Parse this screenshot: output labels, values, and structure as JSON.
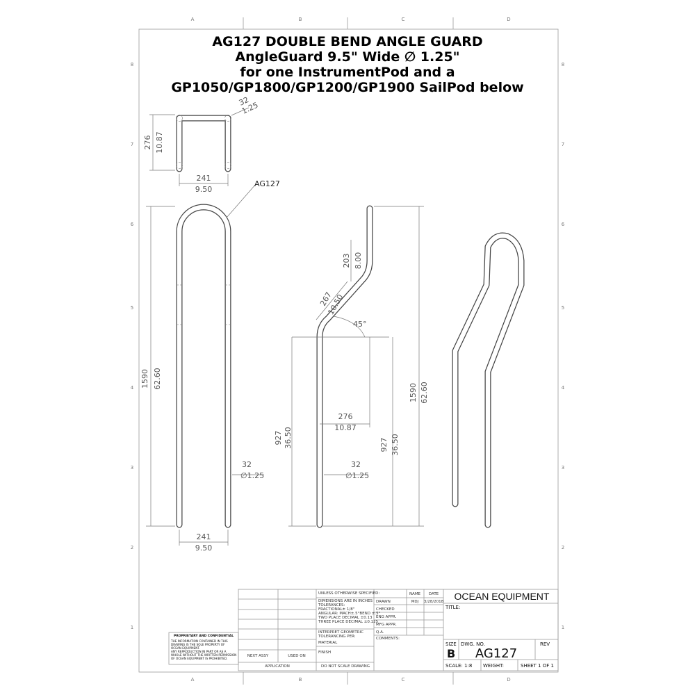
{
  "title": {
    "line1": "AG127 DOUBLE BEND ANGLE GUARD",
    "line2": "AngleGuard 9.5\" Wide  ∅ 1.25\"",
    "line3": "for one InstrumentPod and a",
    "line4": "GP1050/GP1800/GP1200/GP1900 SailPod below"
  },
  "zones": {
    "columns": [
      "A",
      "B",
      "C",
      "D"
    ],
    "rows": [
      "8",
      "7",
      "6",
      "5",
      "4",
      "3",
      "2",
      "1"
    ]
  },
  "top_view": {
    "height_mm": "276",
    "height_in": "10.87",
    "width_mm": "241",
    "width_in": "9.50",
    "dia_mm": "32",
    "dia_in": "1.25"
  },
  "front_view": {
    "callout": "AG127",
    "height_mm": "1590",
    "height_in": "62.60",
    "dia_mm": "32",
    "dia_in": "∅1.25",
    "width_mm": "241",
    "width_in": "9.50"
  },
  "side_view": {
    "upper_mm": "203",
    "upper_in": "8.00",
    "bend_mm": "267",
    "bend_in": "10.50",
    "angle": "45°",
    "offset_mm": "276",
    "offset_in": "10.87",
    "lower_left_mm": "927",
    "lower_left_in": "36.50",
    "dia_mm": "32",
    "dia_in": "∅1.25",
    "lower_right_mm": "927",
    "lower_right_in": "36.50",
    "height_mm": "1590",
    "height_in": "62.60"
  },
  "title_block": {
    "company": "OCEAN EQUIPMENT",
    "title_label": "TITLE:",
    "unless": "UNLESS OTHERWISE SPECIFIED:",
    "dims": "DIMENSIONS ARE IN INCHES",
    "tolerances": "TOLERANCES:",
    "fractional": "FRACTIONAL± 1/8\"",
    "angular": "ANGULAR: MACH±.5°BEND ±.5°",
    "two_place": "TWO PLACE DECIMAL   ±0.13",
    "three_place": "THREE PLACE DECIMAL  ±0.125",
    "interpret": "INTERPRET GEOMETRIC",
    "tolerancing": "TOLERANCING PER:",
    "material": "MATERIAL",
    "finish": "FINISH",
    "do_not_scale": "DO NOT SCALE DRAWING",
    "next_assy": "NEXT ASSY",
    "used_on": "USED ON",
    "application": "APPLICATION",
    "name_hdr": "NAME",
    "date_hdr": "DATE",
    "drawn": "DRAWN",
    "drawn_name": "MDJ",
    "drawn_date": "3/28/2018",
    "checked": "CHECKED",
    "eng_appr": "ENG APPR.",
    "mfg_appr": "MFG APPR.",
    "qa": "Q.A.",
    "comments": "COMMENTS:",
    "size_label": "SIZE",
    "size": "B",
    "dwg_no_label": "DWG.  NO.",
    "dwg_no": "AG127",
    "rev_label": "REV",
    "scale": "SCALE: 1:8",
    "weight": "WEIGHT:",
    "sheet": "SHEET 1 OF 1",
    "proprietary_title": "PROPRIETARY AND CONFIDENTIAL",
    "proprietary_lines": [
      "THE INFORMATION CONTAINED IN THIS",
      "DRAWING IS THE SOLE PROPERTY OF",
      "OCEAN EQUIPMENT.",
      "ANY REPRODUCTION IN PART OR AS A",
      "WHOLE WITHOUT THE WRITTEN PERMISSION",
      "OF OCEAN EQUIPMENT IS PROHIBITED."
    ]
  }
}
